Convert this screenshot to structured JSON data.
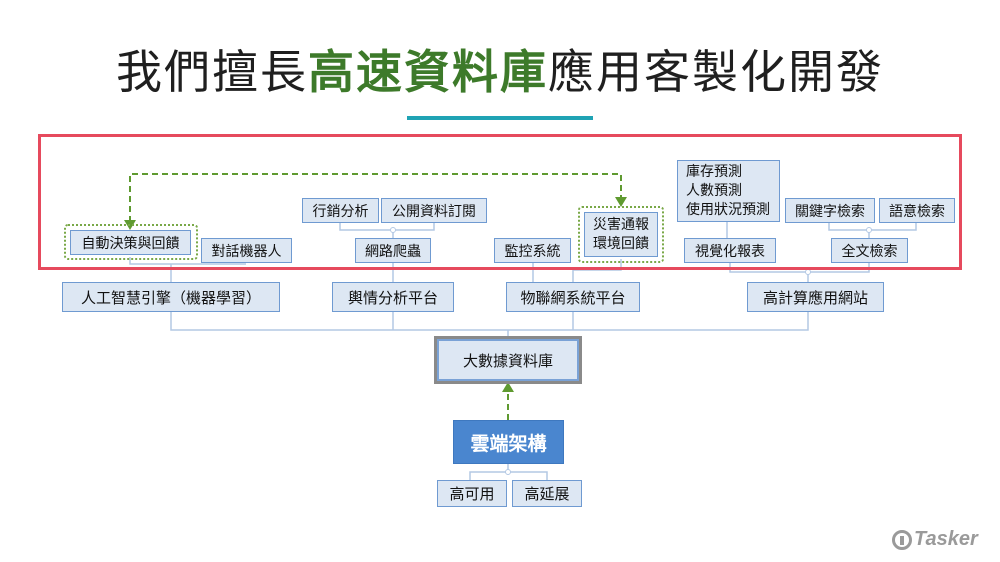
{
  "title": {
    "part1": "我們擅長",
    "highlight": "高速資料庫",
    "part2": "應用客製化開發"
  },
  "apps": {
    "auto_decision": "自動決策與回饋",
    "dialog_robot": "對話機器人",
    "marketing": "行銷分析",
    "public_data": "公開資料訂閱",
    "crawler": "網路爬蟲",
    "monitoring": "監控系統",
    "disaster_lines": [
      "災害通報",
      "環境回饋"
    ],
    "forecast_lines": [
      "庫存預測",
      "人數預測",
      "使用狀況預測"
    ],
    "visual_report": "視覺化報表",
    "keyword_search": "關鍵字檢索",
    "semantic_search": "語意檢索",
    "fulltext_search": "全文檢索"
  },
  "platforms": {
    "ai_engine": "人工智慧引擎（機器學習）",
    "opinion": "輿情分析平台",
    "iot": "物聯網系統平台",
    "hpc_web": "高計算應用網站"
  },
  "core": {
    "bigdata": "大數據資料庫",
    "cloud": "雲端架構",
    "ha": "高可用",
    "ext": "高延展"
  },
  "logo": {
    "text": "Tasker"
  },
  "colors": {
    "highlight": "#3d7a2a",
    "frame": "#e64a5d",
    "rule": "#1fa3b4",
    "box_fill": "#dde7f3",
    "box_border": "#6f9ad1",
    "cloud": "#4a86cf",
    "dotted": "#79a847"
  }
}
